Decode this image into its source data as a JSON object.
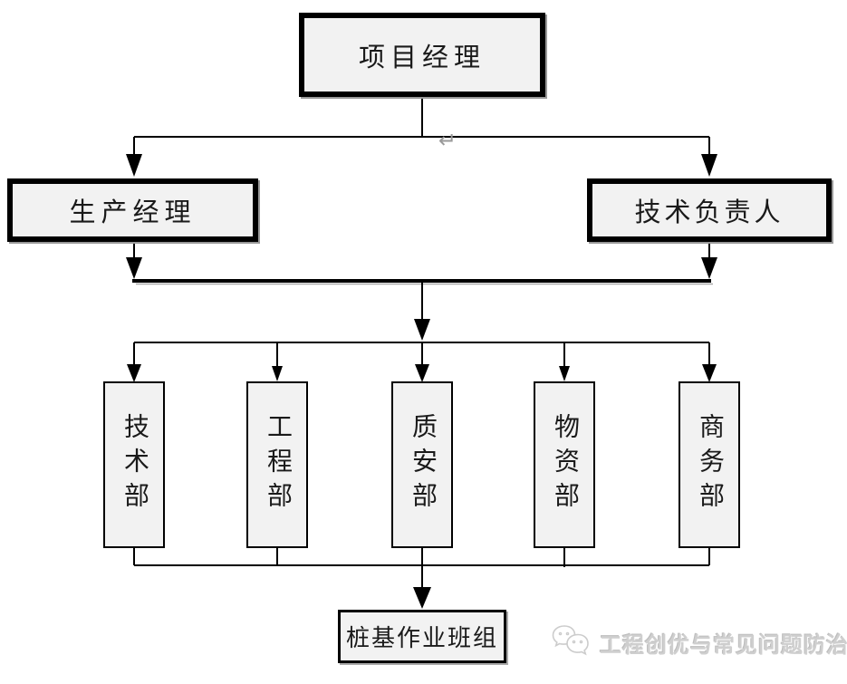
{
  "nodes": {
    "project_manager": {
      "label": "项目经理"
    },
    "production_manager": {
      "label": "生产经理"
    },
    "technical_director": {
      "label": "技术负责人"
    },
    "departments": [
      {
        "label": "技术部"
      },
      {
        "label": "工程部"
      },
      {
        "label": "质安部"
      },
      {
        "label": "物资部"
      },
      {
        "label": "商务部"
      }
    ],
    "work_team": {
      "label": "桩基作业班组"
    }
  },
  "annotations": {
    "return_mark": "↵"
  },
  "watermark": {
    "icon": "wechat-icon",
    "text": "工程创优与常见问题防治"
  },
  "colors": {
    "box_fill": "#f2f2f2",
    "line": "#000000",
    "watermark_text": "#cfcfcf"
  }
}
